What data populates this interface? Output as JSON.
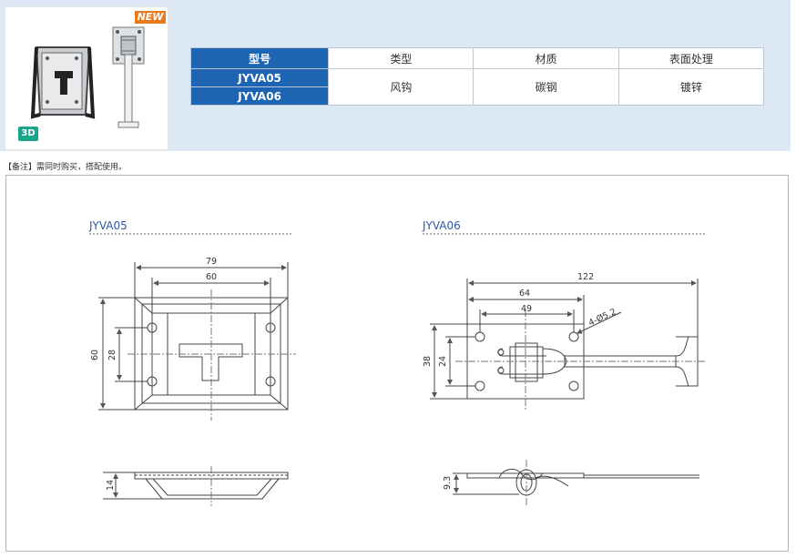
{
  "header": {
    "new_badge": "NEW",
    "badge_3d": "3D"
  },
  "spec_table": {
    "columns": [
      "型号",
      "类型",
      "材质",
      "表面处理"
    ],
    "models": [
      "JYVA05",
      "JYVA06"
    ],
    "type": "风钩",
    "material": "碳钢",
    "finish": "镀锌"
  },
  "note": "【备注】需同时购买，搭配使用。",
  "drawings": {
    "left": {
      "label": "JYVA05",
      "dims": {
        "overall_width": "79",
        "hole_spacing_w": "60",
        "overall_height": "60",
        "hole_spacing_h": "28",
        "side_height": "14"
      }
    },
    "right": {
      "label": "JYVA06",
      "dims": {
        "overall_length": "122",
        "plate_width": "64",
        "hole_spacing_w": "49",
        "hole_callout": "4-Ø5.2",
        "plate_height": "38",
        "hole_spacing_h": "24",
        "side_height": "9.3"
      }
    }
  },
  "colors": {
    "panel_bg": "#dce8f4",
    "header_blue": "#1d65b2",
    "label_blue": "#2b58a8",
    "new_orange": "#e77b1e",
    "badge_green": "#1aa58a"
  }
}
